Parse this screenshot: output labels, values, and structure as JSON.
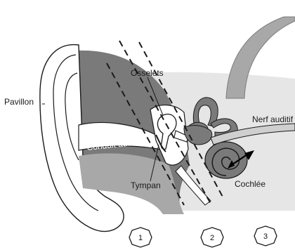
{
  "labels": {
    "pavillon": "Pavillon",
    "osselets": "Osselets",
    "conduit": "Conduit auditif",
    "tympan": "Tympan",
    "nerf": "Nerf auditif",
    "cochlee": "Cochlée"
  },
  "markers": [
    "1",
    "2",
    "3"
  ],
  "colors": {
    "tissue_dark": "#7a7a7a",
    "tissue_mid": "#a8a8a8",
    "tissue_light": "#cfcfcf",
    "background_band": "#e6e6e6",
    "outline": "#1a1a1a"
  }
}
